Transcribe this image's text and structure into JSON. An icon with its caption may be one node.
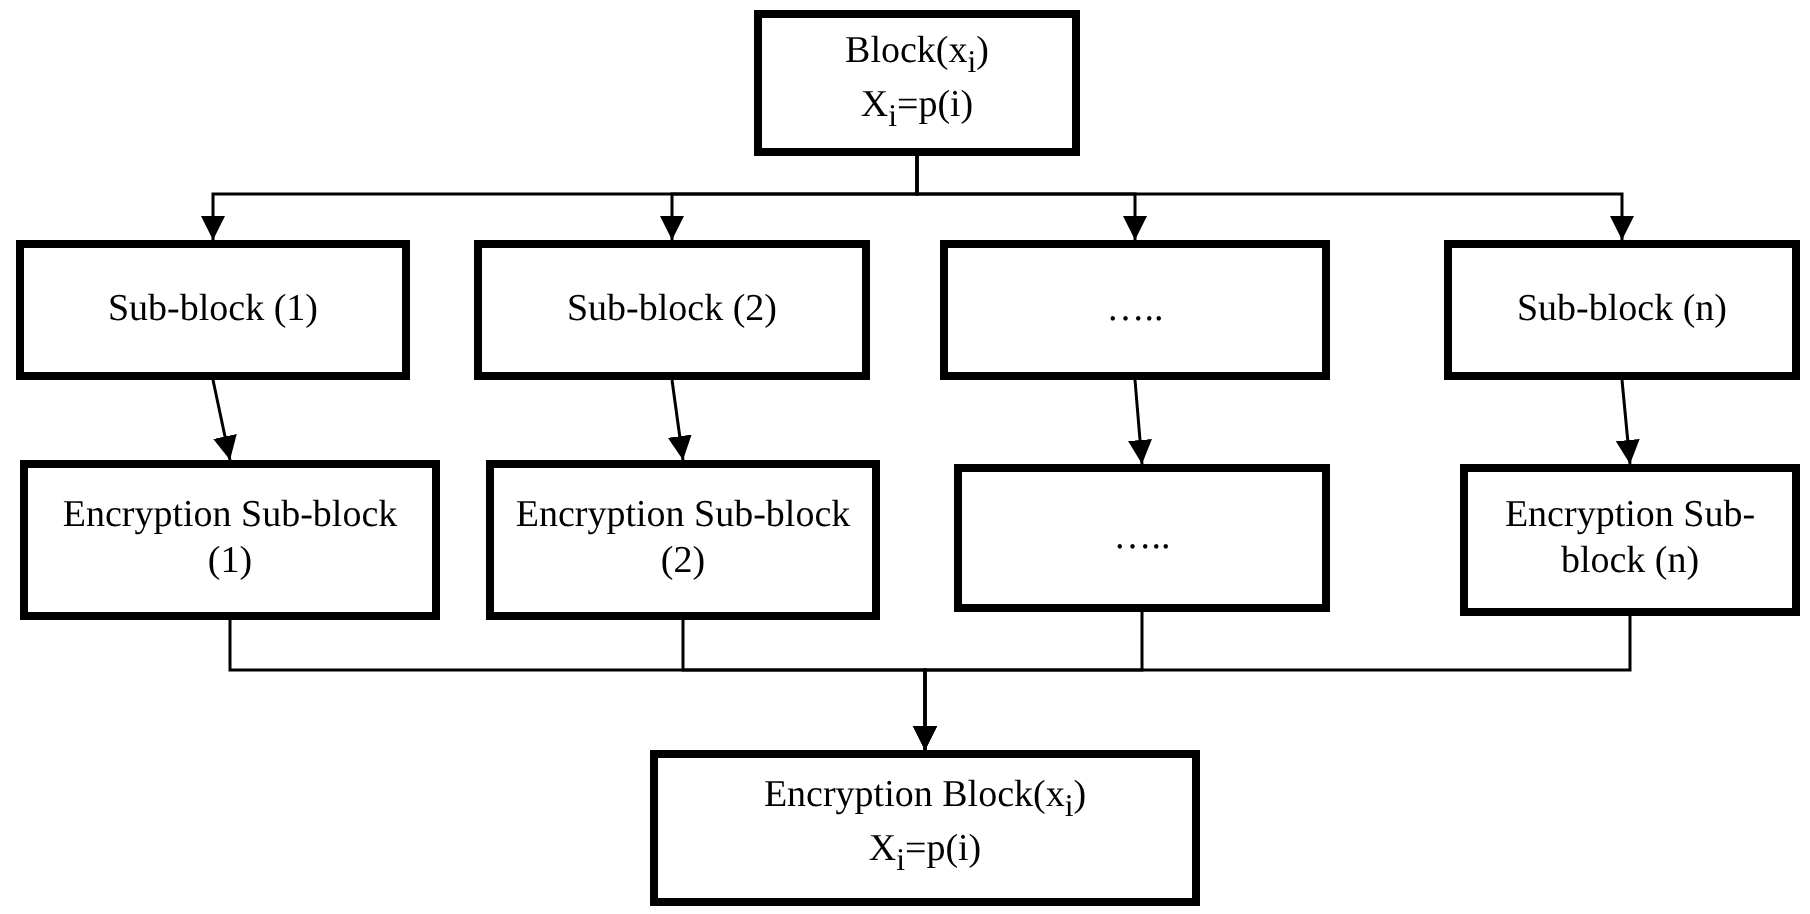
{
  "diagram": {
    "nodes": [
      {
        "text": [
          "Block(x$_{i}$)",
          "X$_{i}$=p(i)"
        ]
      },
      {
        "text": [
          "Sub-block (1)"
        ]
      },
      {
        "text": [
          "Sub-block (2)"
        ]
      },
      {
        "text": [
          "….."
        ]
      },
      {
        "text": [
          "Sub-block (n)"
        ]
      },
      {
        "text": [
          "Encryption Sub-block (1)"
        ]
      },
      {
        "text": [
          "Encryption Sub-block (2)"
        ]
      },
      {
        "text": [
          "….."
        ]
      },
      {
        "text": [
          "Encryption Sub-block (n)"
        ]
      },
      {
        "text": [
          "Encryption Block(x$_{i}$)",
          "X$_{i}$=p(i)"
        ]
      }
    ],
    "edges": [
      {
        "from": 0,
        "to": 1,
        "arrow": "to"
      },
      {
        "from": 0,
        "to": 2,
        "arrow": "to"
      },
      {
        "from": 0,
        "to": 3,
        "arrow": "to"
      },
      {
        "from": 0,
        "to": 4,
        "arrow": "to"
      },
      {
        "from": 1,
        "to": 5,
        "arrow": "to"
      },
      {
        "from": 2,
        "to": 6,
        "arrow": "to"
      },
      {
        "from": 3,
        "to": 7,
        "arrow": "to"
      },
      {
        "from": 4,
        "to": 8,
        "arrow": "to"
      },
      {
        "from": 5,
        "to": 9,
        "arrow": "to"
      },
      {
        "from": 6,
        "to": 9,
        "arrow": "to"
      },
      {
        "from": 7,
        "to": 9,
        "arrow": "to"
      },
      {
        "from": 8,
        "to": 9,
        "arrow": "to"
      }
    ]
  }
}
